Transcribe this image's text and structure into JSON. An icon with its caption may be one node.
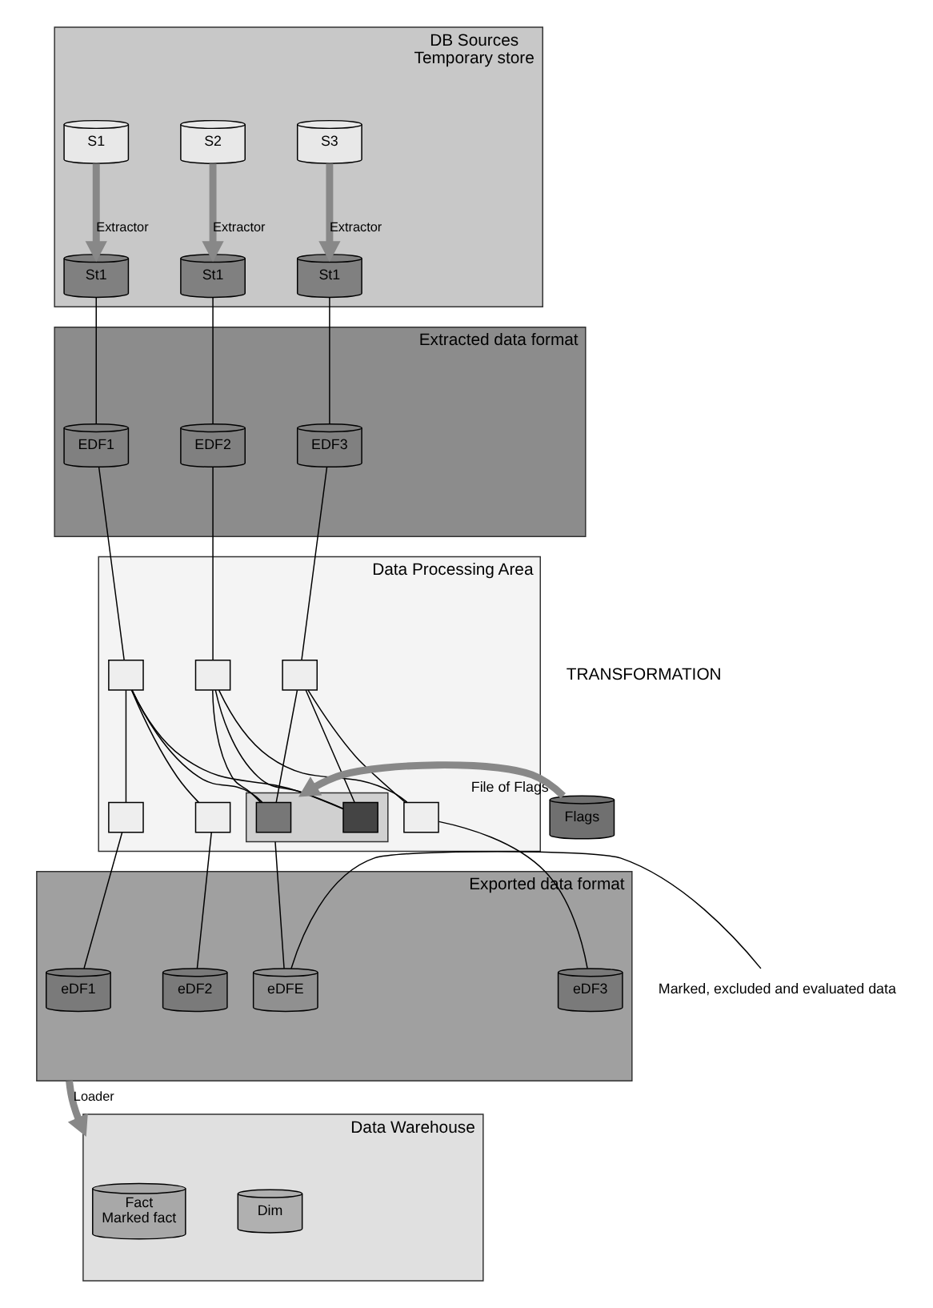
{
  "diagram": {
    "nodes": [
      {
        "text": [
          "DB Sources",
          "Temporary store"
        ]
      },
      {
        "text": [
          "S1"
        ],
        "in": 0
      },
      {
        "text": [
          "S2"
        ],
        "in": 0
      },
      {
        "text": [
          "S3"
        ],
        "in": 0
      },
      {
        "text": [
          "St1"
        ],
        "in": 0
      },
      {
        "text": [
          "St1"
        ],
        "in": 0
      },
      {
        "text": [
          "St1"
        ],
        "in": 0
      },
      {
        "text": [
          "Extracted data format"
        ]
      },
      {
        "text": [
          "EDF1"
        ],
        "in": 7
      },
      {
        "text": [
          "EDF2"
        ],
        "in": 7
      },
      {
        "text": [
          "EDF3"
        ],
        "in": 7
      },
      {
        "text": [
          "Data Processing Area"
        ]
      },
      {
        "text": [],
        "shape": "box",
        "in": 11
      },
      {
        "text": [],
        "shape": "box",
        "in": 11
      },
      {
        "text": [],
        "shape": "box",
        "in": 11
      },
      {
        "text": [],
        "shape": "box",
        "in": 11
      },
      {
        "text": [],
        "shape": "box",
        "in": 11
      },
      {
        "text": [],
        "shape": "box",
        "in": 11
      },
      {
        "text": [],
        "shape": "box",
        "in": 11
      },
      {
        "text": [],
        "shape": "box",
        "in": 18
      },
      {
        "text": [],
        "shape": "box",
        "in": 18
      },
      {
        "text": [
          "Flags"
        ],
        "beside": [
          "File of Flags"
        ]
      },
      {
        "text": [
          "Exported data format"
        ]
      },
      {
        "text": [
          "eDF1"
        ],
        "in": 22
      },
      {
        "text": [
          "eDF2"
        ],
        "in": 22
      },
      {
        "text": [
          "eDF3"
        ],
        "in": 22
      },
      {
        "text": [
          "eDFE"
        ],
        "in": 22
      },
      {
        "text": [
          "Marked, excluded and evaluated data"
        ]
      },
      {
        "text": [
          "Data Warehouse"
        ]
      },
      {
        "text": [
          "Fact",
          "Marked fact"
        ],
        "in": 28
      },
      {
        "text": [
          "Dim"
        ],
        "in": 28
      }
    ],
    "edges": [
      {
        "from": 1,
        "to": 4,
        "arrow": "to",
        "label": "Extractor",
        "style": "thick",
        "color": "#888888"
      },
      {
        "from": 2,
        "to": 5,
        "arrow": "to",
        "label": "Extractor",
        "style": "thick",
        "color": "#888888"
      },
      {
        "from": 3,
        "to": 6,
        "arrow": "to",
        "label": "Extractor",
        "style": "thick",
        "color": "#888888"
      },
      {
        "from": 4,
        "to": 8,
        "arrow": "none"
      },
      {
        "from": 5,
        "to": 9,
        "arrow": "none"
      },
      {
        "from": 6,
        "to": 10,
        "arrow": "none"
      },
      {
        "from": 8,
        "to": 12,
        "arrow": "none"
      },
      {
        "from": 9,
        "to": 13,
        "arrow": "none"
      },
      {
        "from": 10,
        "to": 14,
        "arrow": "none"
      },
      {
        "from": 12,
        "to": 15,
        "arrow": "none"
      },
      {
        "from": 12,
        "to": 16,
        "arrow": "none"
      },
      {
        "from": 13,
        "to": 17,
        "arrow": "none"
      },
      {
        "from": 14,
        "to": 17,
        "arrow": "none"
      },
      {
        "from": 12,
        "to": 19,
        "arrow": "none"
      },
      {
        "from": 12,
        "to": 20,
        "arrow": "none"
      },
      {
        "from": 13,
        "to": 19,
        "arrow": "none"
      },
      {
        "from": 13,
        "to": 20,
        "arrow": "none"
      },
      {
        "from": 14,
        "to": 19,
        "arrow": "none"
      },
      {
        "from": 14,
        "to": 20,
        "arrow": "none"
      },
      {
        "from": 21,
        "to": 18,
        "arrow": "to",
        "style": "thick",
        "color": "#888888"
      },
      {
        "from": 15,
        "to": 23,
        "arrow": "none"
      },
      {
        "from": 16,
        "to": 24,
        "arrow": "none"
      },
      {
        "from": 17,
        "to": 25,
        "arrow": "none"
      },
      {
        "from": 18,
        "to": 26,
        "arrow": "none"
      },
      {
        "from": 26,
        "to": 27,
        "arrow": "none"
      },
      {
        "from": 22,
        "to": 28,
        "arrow": "to",
        "label": "Loader",
        "style": "thick",
        "color": "#888888"
      }
    ],
    "labels": [
      "TRANSFORMATION"
    ]
  }
}
